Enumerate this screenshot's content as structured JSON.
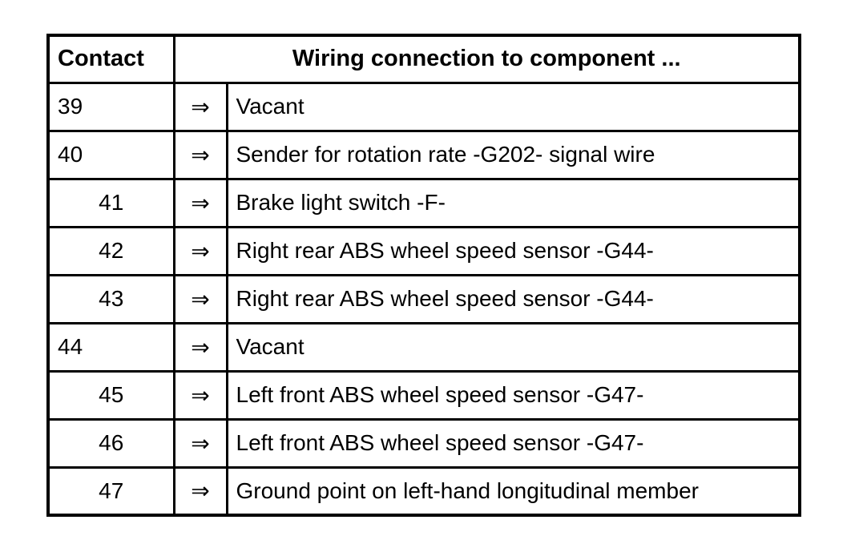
{
  "table": {
    "header": {
      "contact": "Contact",
      "wiring": "Wiring connection to component ..."
    },
    "arrow_symbol": "⇒",
    "rows": [
      {
        "contact": "39",
        "contact_align": "left",
        "component": "Vacant"
      },
      {
        "contact": "40",
        "contact_align": "left",
        "component": "Sender for rotation rate -G202- signal wire"
      },
      {
        "contact": "41",
        "contact_align": "center",
        "component": "Brake light switch -F-"
      },
      {
        "contact": "42",
        "contact_align": "center",
        "component": "Right rear ABS wheel speed sensor -G44-"
      },
      {
        "contact": "43",
        "contact_align": "center",
        "component": "Right rear ABS wheel speed sensor -G44-"
      },
      {
        "contact": "44",
        "contact_align": "left",
        "component": "Vacant"
      },
      {
        "contact": "45",
        "contact_align": "center",
        "component": "Left front ABS wheel speed sensor -G47-"
      },
      {
        "contact": "46",
        "contact_align": "center",
        "component": "Left front ABS wheel speed sensor -G47-"
      },
      {
        "contact": "47",
        "contact_align": "center",
        "component": "Ground point on left-hand longitudinal member"
      }
    ],
    "colors": {
      "border": "#000000",
      "background": "#ffffff",
      "text": "#000000"
    }
  }
}
